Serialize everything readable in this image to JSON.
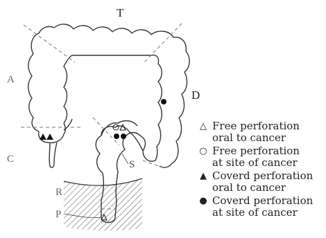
{
  "labels": {
    "T": "T",
    "A": "A",
    "D": "D",
    "C": "C",
    "S": "S",
    "R": "R",
    "P": "P"
  },
  "legend": [
    {
      "symbol": "triangle-open",
      "glyph": "△",
      "line1": "Free perforation",
      "line2": "oral to cancer"
    },
    {
      "symbol": "circle-open",
      "glyph": "○",
      "line1": "Free perforation",
      "line2": "at site of cancer"
    },
    {
      "symbol": "triangle-filled",
      "glyph": "▲",
      "line1": "Coverd perforation",
      "line2": "oral to cancer"
    },
    {
      "symbol": "circle-filled",
      "glyph": "●",
      "line1": "Coverd perforation",
      "line2": "at site of cancer"
    }
  ],
  "colors": {
    "line": "#333333",
    "dash": "#777777",
    "hatch": "#555555"
  }
}
